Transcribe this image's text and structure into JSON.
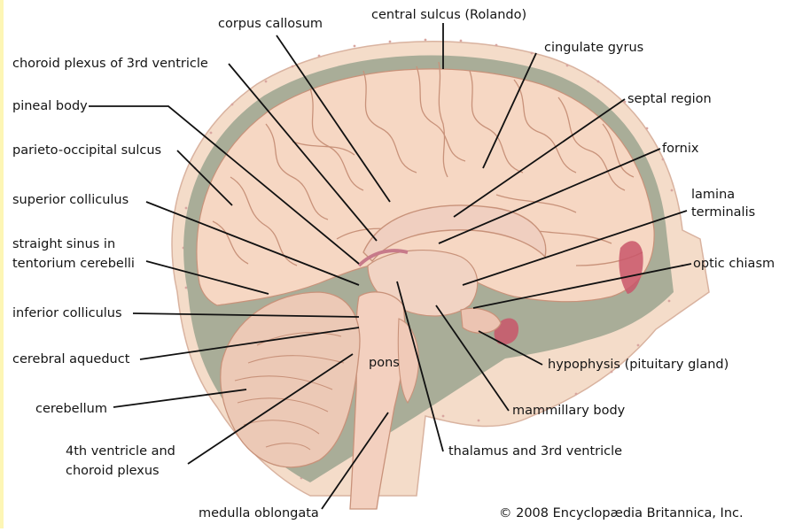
{
  "labels": {
    "corpus_callosum": "corpus callosum",
    "central_sulcus": "central sulcus (Rolando)",
    "choroid_plexus_3rd": "choroid plexus of 3rd ventricle",
    "cingulate_gyrus": "cingulate gyrus",
    "pineal_body": "pineal body",
    "septal_region": "septal region",
    "parieto_occipital_sulcus": "parieto-occipital sulcus",
    "fornix": "fornix",
    "superior_colliculus": "superior colliculus",
    "lamina_terminalis_1": "lamina",
    "lamina_terminalis_2": "terminalis",
    "straight_sinus_1": "straight sinus in",
    "straight_sinus_2": "tentorium cerebelli",
    "optic_chiasm": "optic chiasm",
    "inferior_colliculus": "inferior colliculus",
    "cerebral_aqueduct": "cerebral aqueduct",
    "pons": "pons",
    "hypophysis": "hypophysis (pituitary gland)",
    "cerebellum": "cerebellum",
    "mammillary_body": "mammillary body",
    "fourth_ventricle_1": "4th ventricle and",
    "fourth_ventricle_2": "choroid plexus",
    "thalamus": "thalamus and 3rd ventricle",
    "medulla_oblongata": "medulla oblongata"
  },
  "copyright": "© 2008 Encyclopædia Britannica, Inc.",
  "colors": {
    "skull_outer": "#f4dcc9",
    "skull_bone_dots": "#d9a6a0",
    "dura_gray": "#a9ad98",
    "cortex": "#f6d7c3",
    "sulcus_line": "#c8927a",
    "brainstem": "#f3d0bf",
    "cerebellum": "#ecc9b6",
    "sinus_red": "#c9566a"
  }
}
